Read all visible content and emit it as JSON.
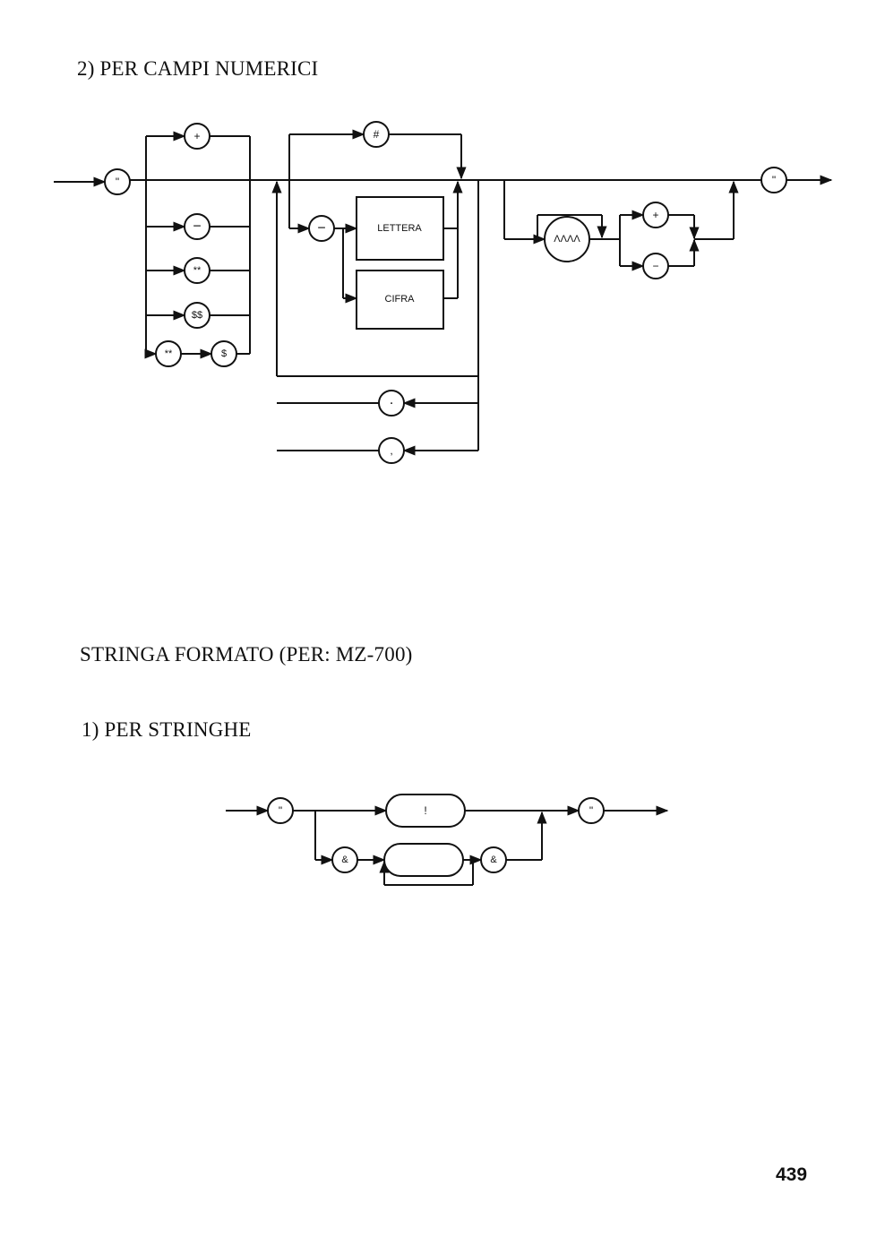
{
  "headings": {
    "numeric_fields": "2) PER CAMPI NUMERICI",
    "format_string": "STRINGA FORMATO (PER: MZ-700)",
    "strings": "1) PER STRINGHE"
  },
  "page_number": "439",
  "diagram_numeric": {
    "terminals": {
      "open_quote": "\"",
      "plus": "+",
      "minus": "−",
      "double_star": "**",
      "double_dollar": "$$",
      "star_star_pair": "**",
      "dollar": "$",
      "hash": "#",
      "dash": "−",
      "exponent": "ΛΛΛΛ",
      "sign_plus": "+",
      "sign_minus": "−",
      "period": "·",
      "comma": ",",
      "close_quote": "\""
    },
    "nonterminals": {
      "letter": "LETTERA",
      "digit": "CIFRA"
    }
  },
  "diagram_strings": {
    "terminals": {
      "open_quote": "\"",
      "exclamation": "!",
      "amp_open": "&",
      "amp_close": "&",
      "close_quote": "\""
    }
  }
}
